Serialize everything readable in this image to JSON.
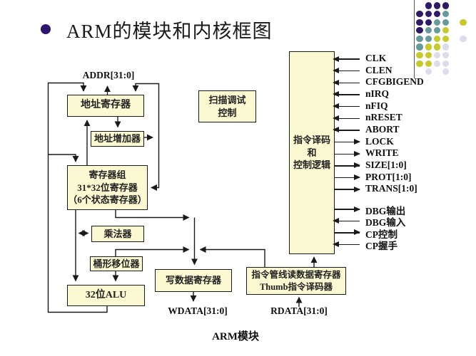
{
  "slide": {
    "title": "ARM的模块和内核框图",
    "footer_label": "ARM模块"
  },
  "labels": {
    "addr": "ADDR[31:0]",
    "wdata": "WDATA[31:0]",
    "rdata": "RDATA[31:0]"
  },
  "boxes": {
    "address_register": "地址寄存器",
    "address_incrementer": "地址增加器",
    "register_bank": "寄存器组\n31*32位寄存器\n（6个状态寄存器）",
    "multiplier": "乘法器",
    "barrel_shifter": "桶形移位器",
    "alu": "32位ALU",
    "write_data_register": "写数据寄存器",
    "instruction_pipeline": "指令管线读数据寄存器\nThumb指令译码器",
    "scan_debug": "扫描调试\n控制",
    "instruction_decode": "指令译码\n和\n控制逻辑"
  },
  "signals": [
    {
      "label": "CLK",
      "dir": "in"
    },
    {
      "label": "CLEN",
      "dir": "in"
    },
    {
      "label": "CFGBIGEND",
      "dir": "in"
    },
    {
      "label": "nIRQ",
      "dir": "in"
    },
    {
      "label": "nFIQ",
      "dir": "in"
    },
    {
      "label": "nRESET",
      "dir": "in"
    },
    {
      "label": "ABORT",
      "dir": "in"
    },
    {
      "label": "LOCK",
      "dir": "out"
    },
    {
      "label": "WRITE",
      "dir": "out"
    },
    {
      "label": "SIZE[1:0]",
      "dir": "out"
    },
    {
      "label": "PROT[1:0]",
      "dir": "out"
    },
    {
      "label": "TRANS[1:0]",
      "dir": "out"
    },
    {
      "label": "DBG输出",
      "dir": "out"
    },
    {
      "label": "DBG输入",
      "dir": "in"
    },
    {
      "label": "CP控制",
      "dir": "out"
    },
    {
      "label": "CP握手",
      "dir": "in"
    }
  ],
  "decoration": {
    "dot_rows": [
      " PPP",
      "PPPT",
      "PPTT Y",
      "PTTY",
      "TTYY L",
      "TYYL",
      "YYLL",
      "YYLL",
      " L L"
    ],
    "dot_colors": {
      "P": "#2e1b68",
      "T": "#679a9b",
      "Y": "#c6ca2a",
      "L": "#dcdcec"
    }
  },
  "colors": {
    "box_fill": "#fbf9d2",
    "box_border": "#1a1a1a",
    "line": "#1a1a1a",
    "bullet": "#2f156b"
  }
}
